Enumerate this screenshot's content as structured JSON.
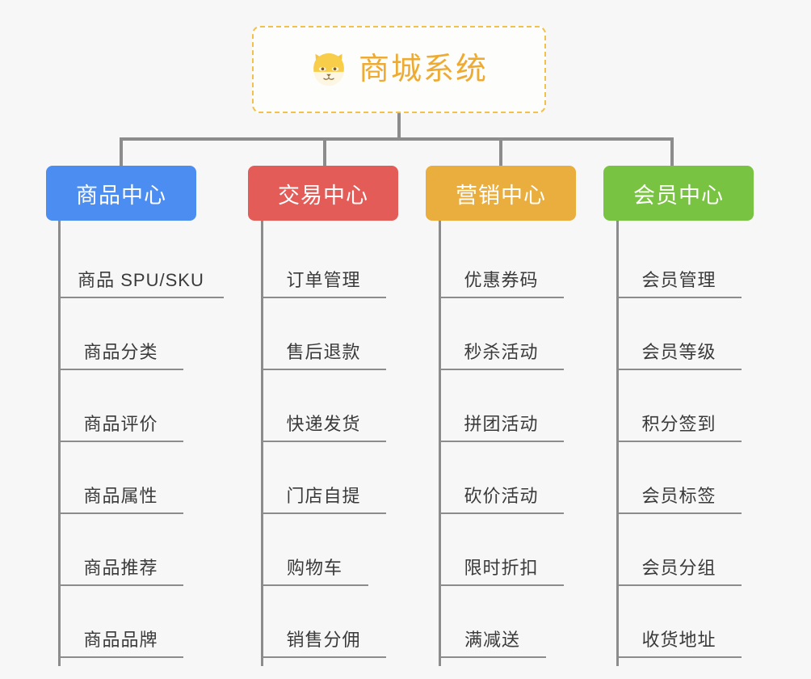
{
  "diagram": {
    "type": "tree",
    "background_color": "#f7f7f7",
    "line_color": "#8c8c8c"
  },
  "root": {
    "title": "商城系统",
    "icon": "shiba-dog-face-icon",
    "text_color": "#eeab33",
    "border_color": "#f2c14a",
    "background_color": "#fdfdfb"
  },
  "categories": [
    {
      "label": "商品中心",
      "color": "#4b8df0",
      "items": [
        "商品 SPU/SKU",
        "商品分类",
        "商品评价",
        "商品属性",
        "商品推荐",
        "商品品牌"
      ]
    },
    {
      "label": "交易中心",
      "color": "#e45c57",
      "items": [
        "订单管理",
        "售后退款",
        "快递发货",
        "门店自提",
        "购物车",
        "销售分佣"
      ]
    },
    {
      "label": "营销中心",
      "color": "#e9ae3d",
      "items": [
        "优惠券码",
        "秒杀活动",
        "拼团活动",
        "砍价活动",
        "限时折扣",
        "满减送"
      ]
    },
    {
      "label": "会员中心",
      "color": "#79c342",
      "items": [
        "会员管理",
        "会员等级",
        "积分签到",
        "会员标签",
        "会员分组",
        "收货地址"
      ]
    }
  ]
}
